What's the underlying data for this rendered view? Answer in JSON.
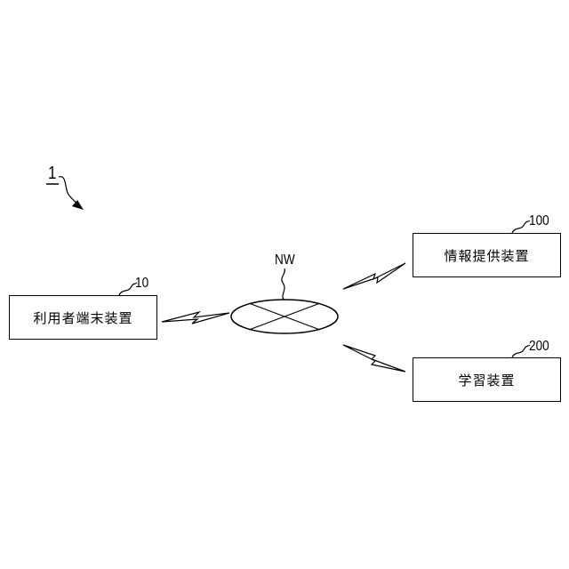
{
  "system": {
    "ref": "1"
  },
  "network": {
    "label": "NW"
  },
  "user_terminal": {
    "label": "利用者端末装置",
    "ref": "10"
  },
  "info_provider": {
    "label": "情報提供装置",
    "ref": "100"
  },
  "learning": {
    "label": "学習装置",
    "ref": "200"
  }
}
